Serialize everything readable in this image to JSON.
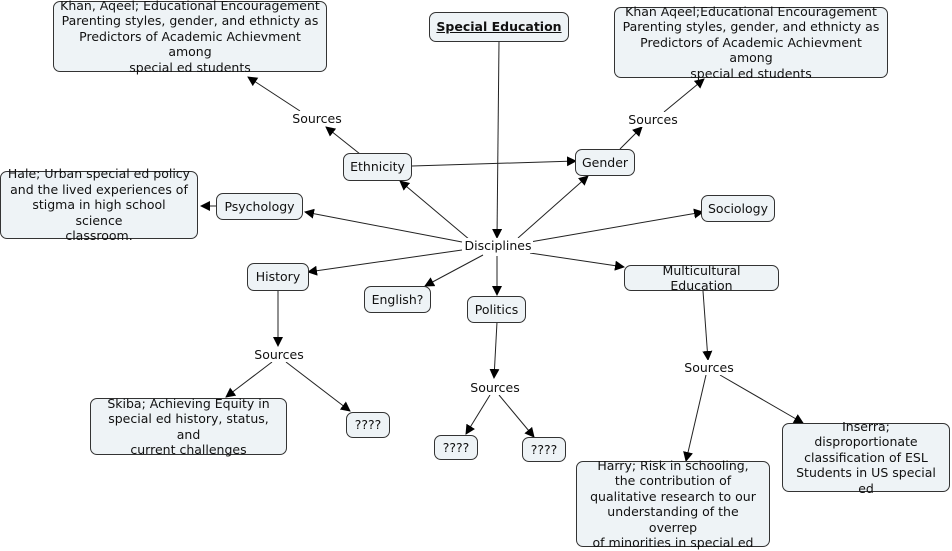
{
  "map": {
    "root": "Special Education",
    "hub": "Disciplines",
    "nodes": {
      "ethnicity": "Ethnicity",
      "gender": "Gender",
      "psychology": "Psychology",
      "sociology": "Sociology",
      "history": "History",
      "english": "English?",
      "politics": "Politics",
      "multicultural": "Multicultural Education"
    },
    "sources_label": "Sources",
    "resources": {
      "khan_left": "Khan, Aqeel; Educational Encouragement\nParenting styles, gender, and ethnicty as\nPredictors of Academic Achievment among\nspecial ed students",
      "khan_right": "Khan Aqeel;Educational Encouragement\nParenting styles, gender, and ethnicty as\nPredictors of Academic Achievment among\nspecial ed students",
      "hale": "Hale; Urban special ed policy\nand the lived experiences of\nstigma in high school science\nclassroom.",
      "skiba": "Skiba; Achieving Equity in\nspecial ed history, status, and\ncurrent challenges",
      "unknown": "????",
      "harry": "Harry; Risk in schooling,\nthe contribution of\nqualitative research to our\nunderstanding of the overrep\nof minorities in special ed",
      "inserra": "Inserra; disproportionate\nclassification of ESL\nStudents in US special\ned"
    }
  }
}
